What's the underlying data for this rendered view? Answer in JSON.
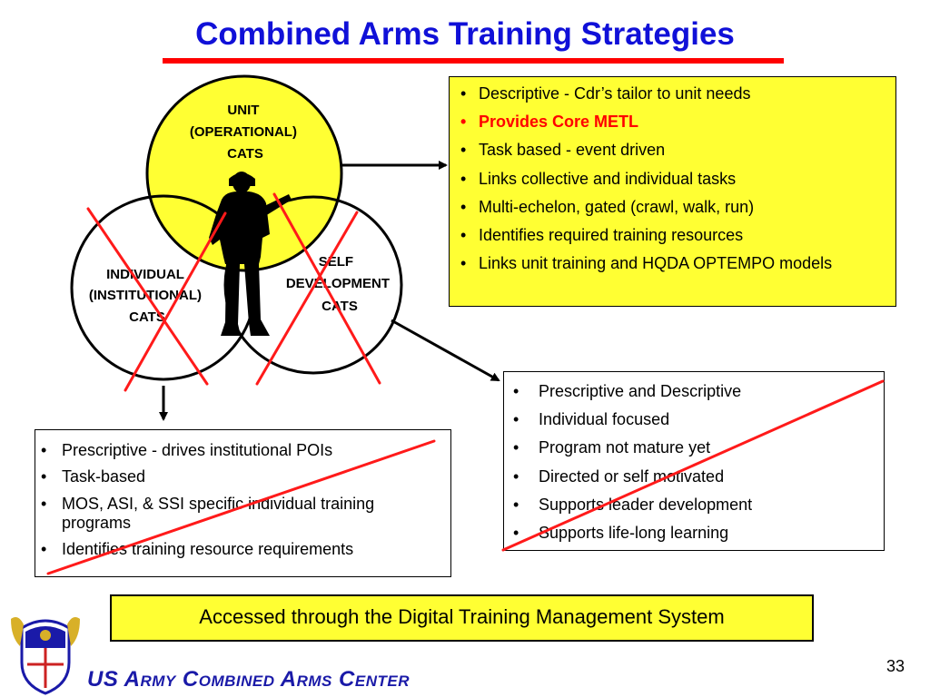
{
  "title": "Combined Arms Training Strategies",
  "colors": {
    "title": "#1010d8",
    "accent_red": "#ff0000",
    "unit_fill": "#ffff33",
    "org_name": "#1a1aa8"
  },
  "diagram": {
    "unit_circle": {
      "lines": [
        "UNIT",
        "(OPERATIONAL)",
        "CATS"
      ]
    },
    "individual_circle": {
      "lines": [
        "INDIVIDUAL",
        "(INSTITUTIONAL)",
        "CATS"
      ]
    },
    "self_circle": {
      "lines": [
        "SELF",
        "DEVELOPMENT",
        "CATS"
      ]
    },
    "icons": [
      "soldier-silhouette-icon",
      "arrow-right-icon",
      "arrow-down-icon",
      "arrow-down-right-icon"
    ]
  },
  "unit_box": {
    "items": [
      "Descriptive - Cdr’s tailor to unit needs",
      "Provides Core METL",
      "Task based - event driven",
      "Links collective and individual tasks",
      "Multi-echelon, gated (crawl, walk, run)",
      "Identifies required training resources",
      "Links unit training and HQDA OPTEMPO models"
    ]
  },
  "self_box": {
    "items": [
      "Prescriptive and Descriptive",
      "Individual focused",
      "Program not mature yet",
      "Directed or self motivated",
      "Supports leader development",
      "Supports life-long learning"
    ]
  },
  "individual_box": {
    "items": [
      "Prescriptive - drives institutional POIs",
      "Task-based",
      "MOS, ASI, & SSI specific individual training programs",
      "Identifies training resource requirements"
    ]
  },
  "bullet": "•",
  "access_note": "Accessed through the Digital Training Management System",
  "footer": {
    "org_name": "US Army Combined Arms Center",
    "page_number": "33",
    "logo_icon": "cac-crest-logo-icon"
  }
}
